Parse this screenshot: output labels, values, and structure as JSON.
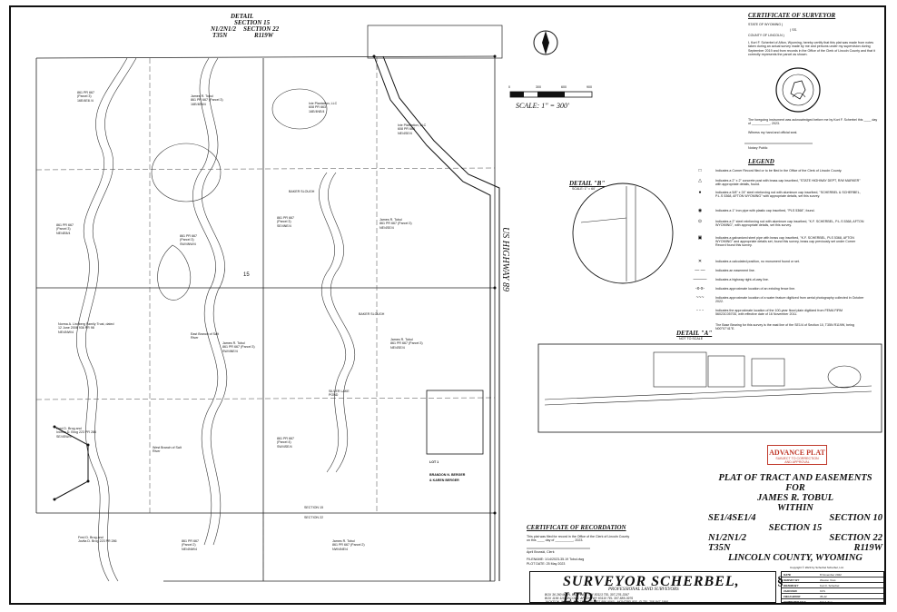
{
  "header": {
    "detail_label": "DETAIL",
    "detail_section": "SECTION 15",
    "detail_n": "N1/2N1/2",
    "detail_sec22": "SECTION 22",
    "detail_t": "T35N",
    "detail_r": "R119W"
  },
  "scale": {
    "text": "SCALE: 1\" = 300'",
    "ticks": [
      "0",
      "300",
      "600",
      "900"
    ]
  },
  "surveyor_cert": {
    "title": "CERTIFICATE OF SURVEYOR",
    "state": "STATE OF WYOMING  )",
    "ss": ") SS.",
    "county": "COUNTY OF LINCOLN  )",
    "body": "I, Kort F. Scherbel of Afton, Wyoming, hereby certify that this plat was made from notes taken during an actual survey made by me and persons under my supervision during September 2019 and from records in the Office of the Clerk of Lincoln County and that it correctly represents the parcel as shown.",
    "ack": "The foregoing instrument was acknowledged before me by Kort F. Scherbel this ____ day of __________, 2023.",
    "witness": "Witness my hand and official seal.",
    "notary": "Notary Public"
  },
  "legend": {
    "title": "LEGEND",
    "items": [
      {
        "sym": "□",
        "text": "Indicates a Corner Record filed or to be filed in the Office of the Clerk of Lincoln County."
      },
      {
        "sym": "△",
        "text": "Indicates a 2\" x 2\" concrete post with brass cap inscribed, \"STATE HIGHWAY DEPT, R/W MARKER\" with appropriate details, found."
      },
      {
        "sym": "●",
        "text": "Indicates a 5/8\" x 24\" steel reinforcing rod with aluminum cap inscribed, \"SCHERBEL & SCHERBEL, P.L.S 5368, AFTON WYOMING\" with appropriate details, set this survey."
      },
      {
        "sym": "◉",
        "text": "Indicates a 1\" iron pipe with plastic cap inscribed, \"PLS 5368\", found."
      },
      {
        "sym": "⊙",
        "text": "Indicates a 2\" steel reinforcing rod with aluminum cap inscribed, \"K.F. SCHERBEL, P.L.S 5368, AFTON WYOMING\", with appropriate details, set this survey."
      },
      {
        "sym": "▣",
        "text": "Indicates a galvanized steel pipe with brass cap inscribed, \"K.F. SCHERBEL, PLS 5368, AFTON WYOMING\" and appropriate details set, found this survey, brass cap previously set under Corner Record found this survey."
      },
      {
        "sym": "✕",
        "text": "Indicates a calculated position, no monument found or set."
      },
      {
        "sym": "— —",
        "text": "Indicates an easement line."
      },
      {
        "sym": "———",
        "text": "Indicates a highway right-of-way line."
      },
      {
        "sym": "-x-x-",
        "text": "Indicates approximate location of an existing fence line."
      },
      {
        "sym": "~~~",
        "text": "Indicates approximate location of a water feature digitized from aerial photography collected in October 2022."
      },
      {
        "sym": "- - -",
        "text": "Indicates the approximate location of the 100-year flood plain digitized from FEMA FIRM 56023C0570D, with effective date of 16 November 2011."
      },
      {
        "sym": "",
        "text": "The Base Bearing for this survey is the east line of the SE1/4 of Section 10, T35N R119W, being N00°07'41\"E."
      }
    ]
  },
  "detail_b": {
    "title": "DETAIL \"B\"",
    "scale": "SCALE: 1\" = 60'"
  },
  "detail_a": {
    "title": "DETAIL \"A\"",
    "scale": "NOT TO SCALE"
  },
  "highway_label": "US HIGHWAY 89",
  "stamp": {
    "line1": "ADVANCE PLAT",
    "line2": "SUBJECT TO CORRECTION",
    "line3": "AND APPROVAL"
  },
  "title_block": {
    "l1": "PLAT OF TRACT AND EASEMENTS",
    "l2": "FOR",
    "l3": "JAMES R. TOBUL",
    "l4": "WITHIN",
    "l5a": "SE1/4SE1/4",
    "l5b": "SECTION 10",
    "l6": "SECTION 15",
    "l7a": "N1/2N1/2",
    "l7b": "SECTION 22",
    "l8a": "T35N",
    "l8b": "R119W",
    "l9": "LINCOLN COUNTY, WYOMING"
  },
  "recordation": {
    "title": "CERTIFICATE OF RECORDATION",
    "body": "This plat was filed for record in the Office of the Clerk of Lincoln County on this ____ day of __________, 2023.",
    "clerk": "April Brunski, Clerk",
    "filed": "FILENAME: 1/14/2023-35.19 Tobul.dwg",
    "date": "PLOT DATE: 25 May 2023"
  },
  "company": {
    "name": "SURVEYOR SCHERBEL, LTD.",
    "sub": "PROFESSIONAL LAND SURVEYORS",
    "addr1": "BOX 36 260 MAIN, BIG PINEY, WY 83113 TEL 307-276-3347",
    "addr2": "BOX 1156 115 LINCOLN, AFTON, WY 83110 TEL 307-885-3976",
    "addr3": "JACKSON, WY TEL 307-733-5903 · 307-886-9060 · MONTPELIER, ID TEL 208-847-1866"
  },
  "info": [
    {
      "k": "DATE",
      "v": "8 November 2022"
    },
    {
      "k": "SURVEY BY",
      "v": "Weston Voss"
    },
    {
      "k": "DRAWN BY",
      "v": "Kort F. Scherbel"
    },
    {
      "k": "CHECKED",
      "v": "KFS"
    },
    {
      "k": "FIELD BOOK",
      "v": "35-22"
    },
    {
      "k": "COMPUTER FILE",
      "v": "Tobul.dwg"
    }
  ],
  "copyright": "Copyright © 2023 by Scherbel Scherbel, Ltd.",
  "parcels": [
    {
      "id": "p1",
      "name": "861 PR 667",
      "sub": "(Parcel 3)",
      "ref": "16E/4E8 /4"
    },
    {
      "id": "p2",
      "name": "James R. Tobul",
      "sub": "861 PR 667 (Parcel 3)",
      "ref": "16E/4E8/4"
    },
    {
      "id": "p3",
      "name": "Ivie Plantation, LLC",
      "sub": "608 PR 663",
      "ref": "16E/4NE/4"
    },
    {
      "id": "p4",
      "name": "Ivie Plantation, LLC",
      "sub": "608 PR 663",
      "ref": "NE/4SE/4"
    },
    {
      "id": "p5",
      "name": "861 PR 667",
      "sub": "(Parcel 3)",
      "ref": "NE/4E8/4"
    },
    {
      "id": "p6",
      "name": "861 PR 667",
      "sub": "(Parcel 3)",
      "ref": "SW/4NW/4"
    },
    {
      "id": "p7",
      "name": "861 PR 667",
      "sub": "(Parcel 3)",
      "ref": "SE/4NE/4"
    },
    {
      "id": "p8",
      "name": "James R. Tobul",
      "sub": "861 PR 667 (Parcel 3)",
      "ref": "NE/4SE/4"
    },
    {
      "id": "p9",
      "name": "Norma A. Lindberg Family Trust, dated",
      "sub": "12 June 2006 936 PR 98",
      "ref": "NE/4NW/4"
    },
    {
      "id": "p10",
      "name": "James R. Tobul",
      "sub": "861 PR 667 (Parcel 3)",
      "ref": "SW/4NE/4"
    },
    {
      "id": "p11",
      "name": "James R. Tobul",
      "sub": "861 PR 667 (Parcel 3)",
      "ref": "NE/4SE/4"
    },
    {
      "id": "p12",
      "name": "Fred D. Brog and",
      "sub": "Ivonne D. Brog 223 PR 286",
      "ref": "SE/4SW/4"
    },
    {
      "id": "p13",
      "name": "861 PR 667",
      "sub": "(Parcel 4)",
      "ref": "SW/4SE/4"
    },
    {
      "id": "p14",
      "name": "Fred D. Brog and",
      "sub": "Jovita D. Brog 223 PR 286",
      "ref": ""
    },
    {
      "id": "p15",
      "name": "861 PR 667",
      "sub": "(Parcel 2)",
      "ref": "NE/4NW/4"
    },
    {
      "id": "p16",
      "name": "James R. Tobul",
      "sub": "861 PR 667 (Parcel 2)",
      "ref": "NW/4NE/4"
    }
  ],
  "features": {
    "baker_slough": "BAKER SLOUGH",
    "silver_lake": "SILVER LAKE POND",
    "east_salt": "East Branch of Salt River",
    "west_salt": "West Branch of Salt River",
    "section15": "SECTION 15",
    "section22": "SECTION 22",
    "sec_num": "15"
  },
  "lot_box": {
    "title": "LOT 1",
    "line2": "BRANDON N. BERGER",
    "line3": "& KAREN BERGER"
  }
}
